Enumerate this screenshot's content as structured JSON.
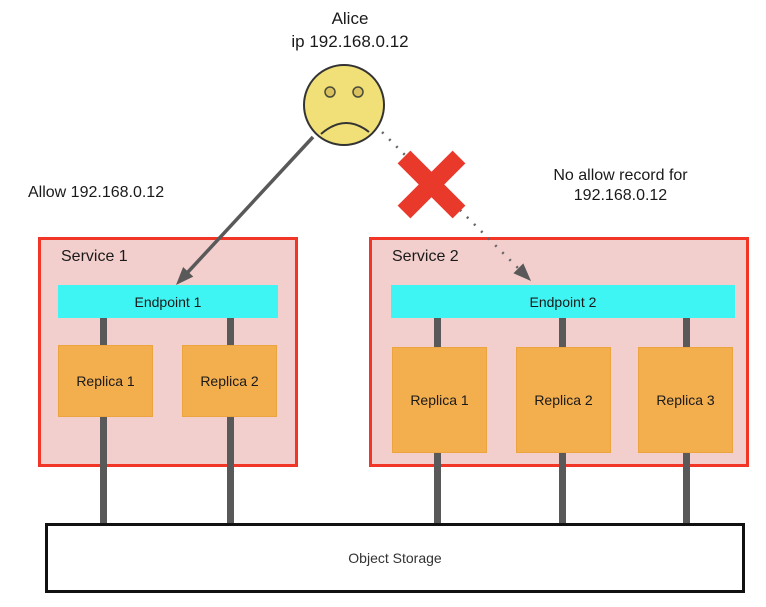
{
  "user": {
    "name": "Alice",
    "ip_line": "ip 192.168.0.12"
  },
  "annotations": {
    "allow": "Allow 192.168.0.12",
    "no_allow_line1": "No allow record for",
    "no_allow_line2": "192.168.0.12"
  },
  "services": [
    {
      "name": "Service 1",
      "endpoint": "Endpoint 1",
      "replicas": [
        "Replica 1",
        "Replica 2"
      ]
    },
    {
      "name": "Service 2",
      "endpoint": "Endpoint 2",
      "replicas": [
        "Replica 1",
        "Replica 2",
        "Replica 3"
      ]
    }
  ],
  "storage": {
    "label": "Object Storage"
  },
  "icons": {
    "user": "sad-face-icon",
    "blocked": "red-x-icon",
    "allowed_connection": "solid-arrow",
    "blocked_connection": "dotted-arrow"
  },
  "colors": {
    "service_border": "#f13628",
    "service_fill": "#f2cfcc",
    "endpoint_fill": "#3ff5f4",
    "replica_fill": "#f3ae4e",
    "connector_gray": "#595959",
    "blocked_x_red": "#e8392b",
    "face_yellow": "#f0e077",
    "storage_border": "#111111"
  }
}
